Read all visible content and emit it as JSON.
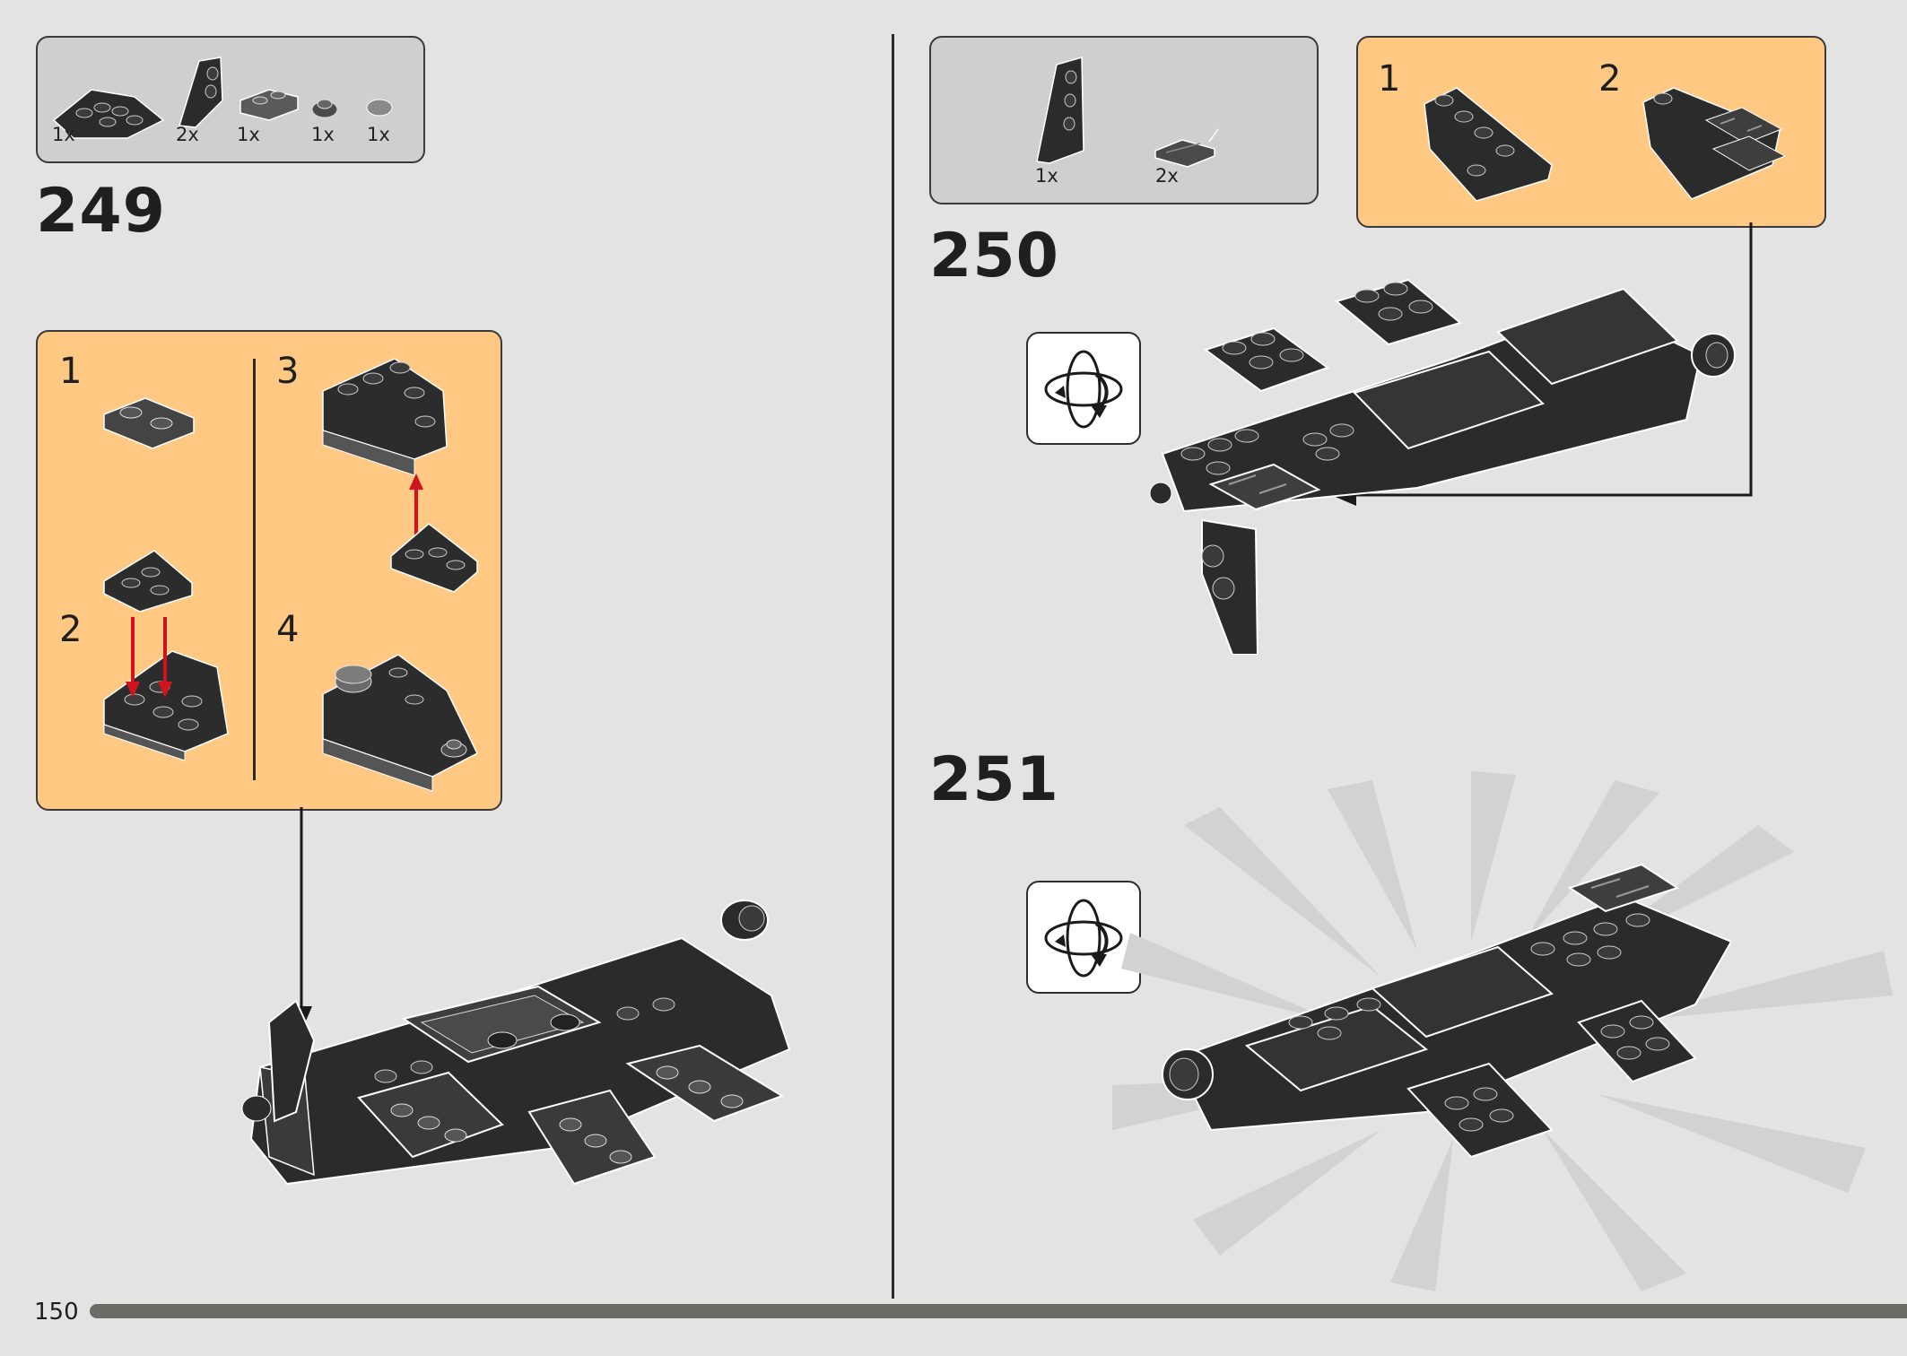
{
  "page": {
    "number": "150"
  },
  "steps": [
    {
      "number": "249",
      "parts": [
        {
          "qty": "1x",
          "icon": "wedge-plate-part-icon"
        },
        {
          "qty": "2x",
          "icon": "wing-plate-part-icon"
        },
        {
          "qty": "1x",
          "icon": "plate-1x2-part-icon"
        },
        {
          "qty": "1x",
          "icon": "round-plate-part-icon"
        },
        {
          "qty": "1x",
          "icon": "round-tile-part-icon"
        }
      ],
      "sub_steps": [
        "1",
        "2",
        "3",
        "4"
      ]
    },
    {
      "number": "250",
      "parts": [
        {
          "qty": "1x",
          "icon": "wing-plate-part-icon"
        },
        {
          "qty": "2x",
          "icon": "tile-grille-part-icon"
        }
      ],
      "sub_steps": [
        "1",
        "2"
      ]
    },
    {
      "number": "251",
      "parts": [],
      "sub_steps": []
    }
  ],
  "colors": {
    "page_bg": "#e3e3e3",
    "parts_box": "#cfcfcf",
    "sub_build_box": "#ffc983",
    "brick_dark": "#2c2c2c",
    "arrow_red": "#d0141c",
    "progress_bar": "#6c6c66"
  }
}
